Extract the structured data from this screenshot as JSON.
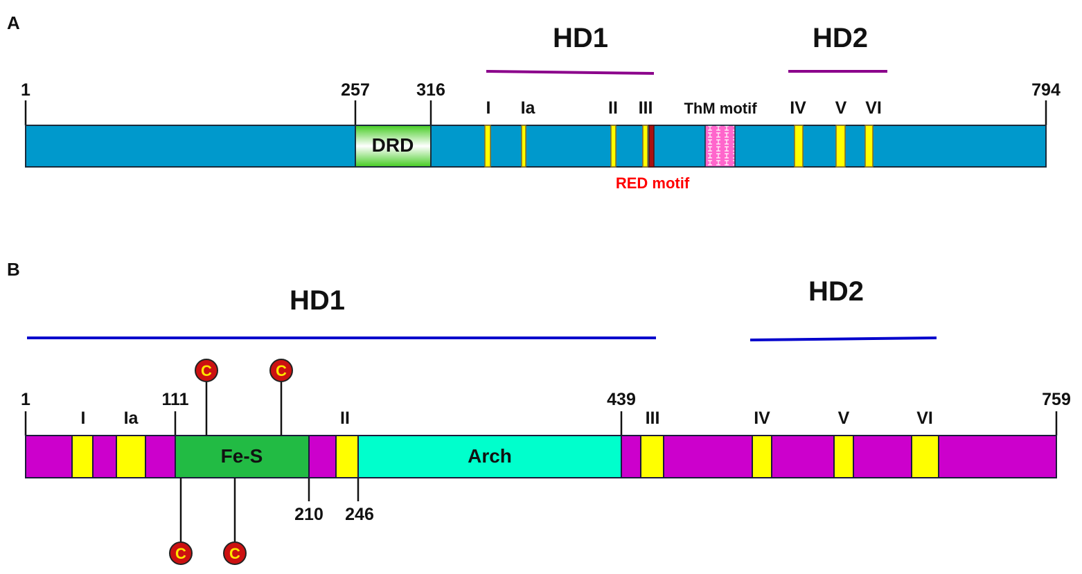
{
  "colors": {
    "panelA_bar": "#0099cc",
    "panelB_bar": "#cc00cc",
    "motif_yellow": "#ffff00",
    "motif_edge": "#8b6b1e",
    "red_motif": "#ff0000",
    "hd_line_A": "#8b008b",
    "hd_line_B": "#0000cc",
    "drd_green": "#44cc22",
    "thm_pink": "#ff66cc",
    "fes_green": "#22bb44",
    "arch_cyan": "#00ffcc",
    "cys_red": "#cc1111",
    "cys_letter": "#ffe600"
  },
  "panelA": {
    "label": "A",
    "hd1": "HD1",
    "hd2": "HD2",
    "start": "1",
    "end": "794",
    "drd": {
      "name": "DRD",
      "start": "257",
      "end": "316"
    },
    "motifs": [
      "I",
      "Ia",
      "II",
      "III",
      "IV",
      "V",
      "VI"
    ],
    "thm_motif": "ThM motif",
    "red_motif": "RED motif"
  },
  "panelB": {
    "label": "B",
    "hd1": "HD1",
    "hd2": "HD2",
    "start": "1",
    "end": "759",
    "motifs": [
      "I",
      "Ia",
      "II",
      "III",
      "IV",
      "V",
      "VI"
    ],
    "fes": {
      "name": "Fe-S",
      "start": "111",
      "end": "210"
    },
    "arch": {
      "name": "Arch",
      "start": "246",
      "end": "439"
    },
    "cysteine": "C"
  }
}
